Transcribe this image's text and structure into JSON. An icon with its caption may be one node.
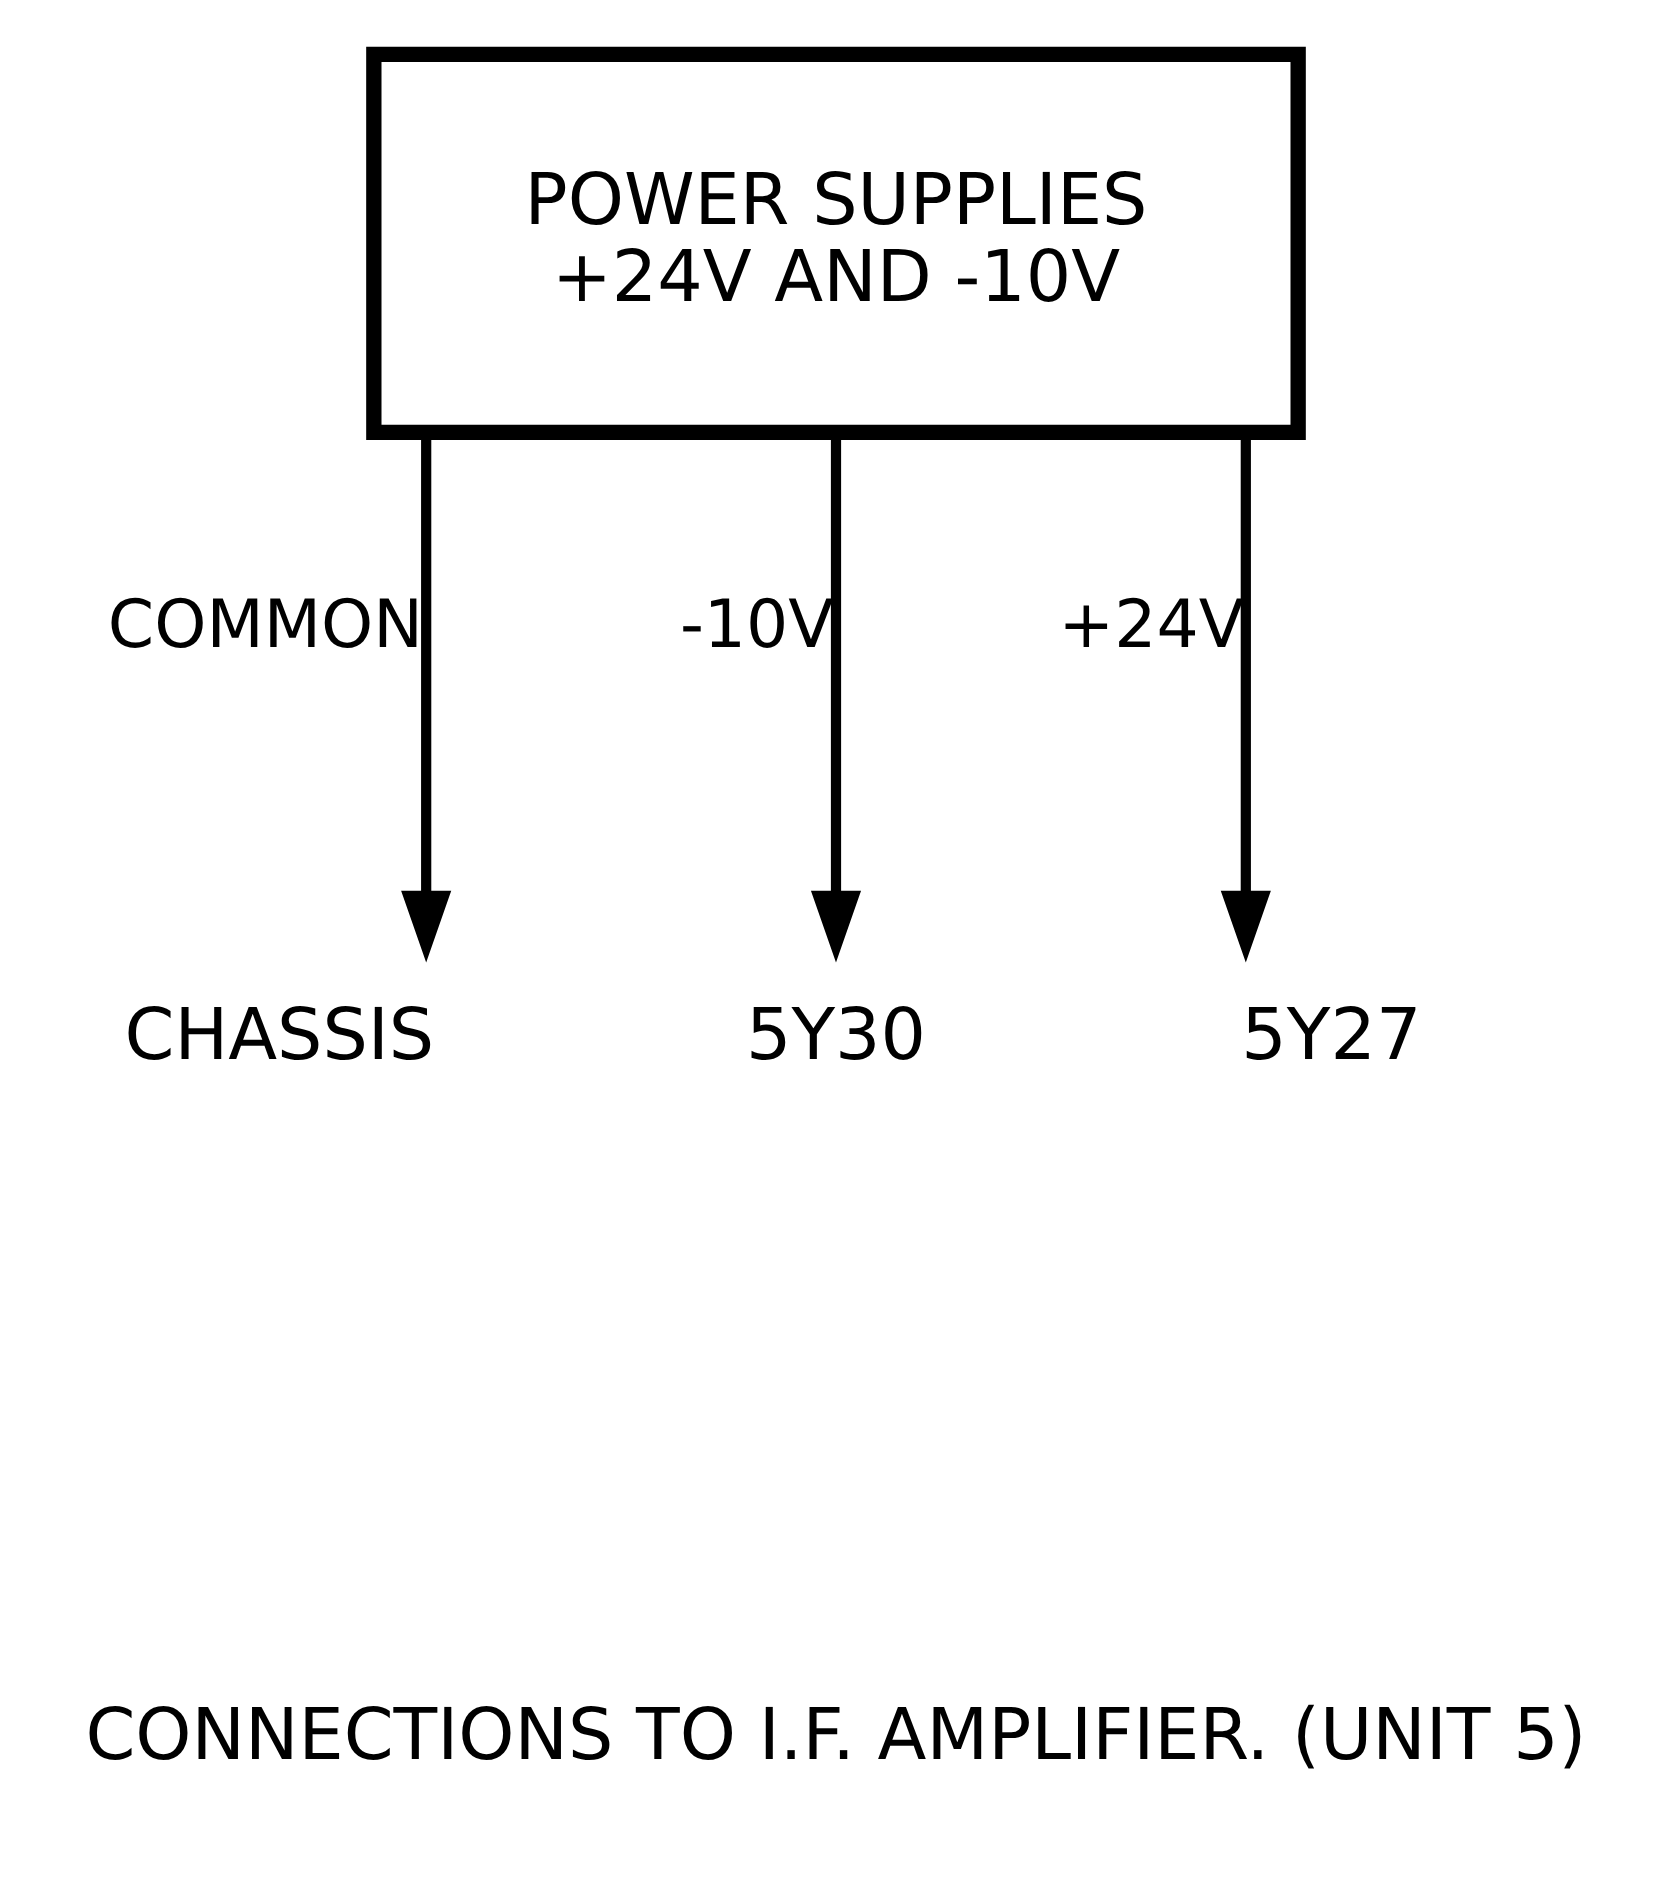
{
  "diagram": {
    "nodes": [
      {
        "text": [
          "POWER SUPPLIES",
          "+24V AND -10V"
        ]
      },
      {
        "text": [
          "CHASSIS"
        ]
      },
      {
        "text": [
          "5Y30"
        ]
      },
      {
        "text": [
          "5Y27"
        ]
      }
    ],
    "edges": [
      {
        "from": 0,
        "to": 3,
        "arrow": "to",
        "label": "+24V"
      },
      {
        "from": 0,
        "to": 2,
        "arrow": "to",
        "label": "-10V"
      },
      {
        "from": 0,
        "to": 1,
        "arrow": "to",
        "label": "COMMON"
      }
    ],
    "labels": [
      "CONNECTIONS TO I.F. AMPLIFIER. (UNIT 5)"
    ]
  }
}
